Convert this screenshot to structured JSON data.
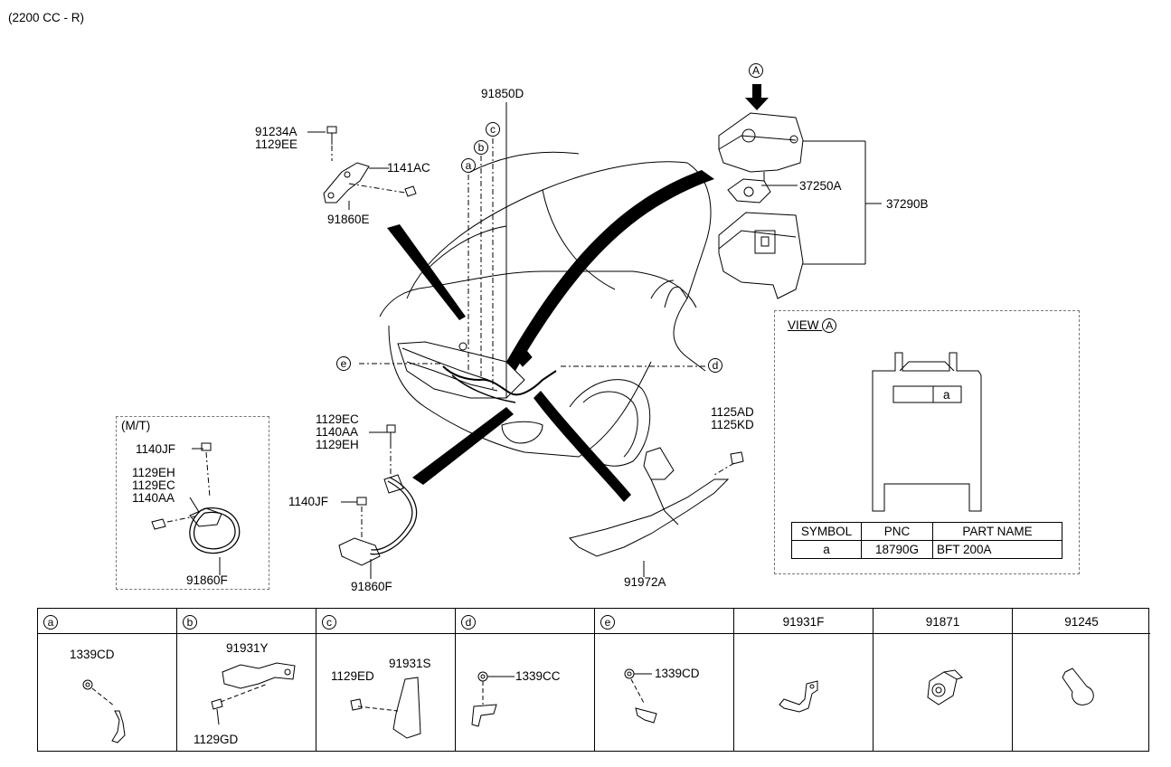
{
  "engine_note": "(2200 CC - R)",
  "callouts": {
    "a": "a",
    "b": "b",
    "c": "c",
    "d": "d",
    "e": "e",
    "A": "A"
  },
  "labels": {
    "p91234A": "91234A",
    "p1129EE": "1129EE",
    "p1141AC": "1141AC",
    "p91860E": "91860E",
    "p91850D": "91850D",
    "p37250A": "37250A",
    "p37290B": "37290B",
    "p1129EC": "1129EC",
    "p1140AA": "1140AA",
    "p1129EH": "1129EH",
    "p1140JF": "1140JF",
    "p91860F": "91860F",
    "p1125AD": "1125AD",
    "p1125KD": "1125KD",
    "p91972A": "91972A"
  },
  "mt_box": {
    "title": "(M/T)",
    "l1140JF": "1140JF",
    "l1129EH": "1129EH",
    "l1129EC": "1129EC",
    "l1140AA": "1140AA",
    "l91860F": "91860F"
  },
  "view_box": {
    "title": "VIEW",
    "symbol_in_box": "a",
    "headers": [
      "SYMBOL",
      "PNC",
      "PART NAME"
    ],
    "row": [
      "a",
      "18790G",
      "BFT 200A"
    ]
  },
  "parts_table": {
    "cells": [
      {
        "head": "a",
        "is_letter": true,
        "labels": [
          "1339CD"
        ]
      },
      {
        "head": "b",
        "is_letter": true,
        "labels": [
          "91931Y",
          "1129GD"
        ]
      },
      {
        "head": "c",
        "is_letter": true,
        "labels": [
          "1129ED",
          "91931S"
        ]
      },
      {
        "head": "d",
        "is_letter": true,
        "labels": [
          "1339CC"
        ]
      },
      {
        "head": "e",
        "is_letter": true,
        "labels": [
          "1339CD"
        ]
      },
      {
        "head": "91931F",
        "is_letter": false,
        "labels": []
      },
      {
        "head": "91871",
        "is_letter": false,
        "labels": []
      },
      {
        "head": "91245",
        "is_letter": false,
        "labels": []
      }
    ]
  }
}
